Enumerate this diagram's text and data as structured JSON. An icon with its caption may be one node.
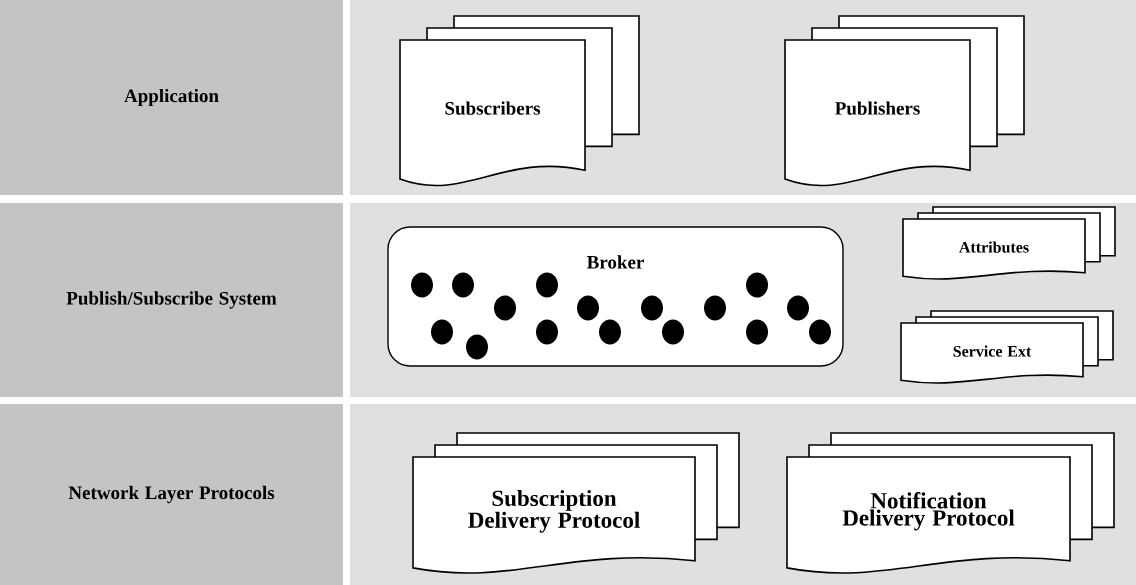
{
  "diagram": {
    "nodes": [
      {
        "text": [
          "Application"
        ]
      },
      {
        "text": [],
        "shape": "box"
      },
      {
        "text": [
          "Subscribers"
        ],
        "in": 1
      },
      {
        "text": [
          "Publishers"
        ],
        "in": 1
      },
      {
        "text": [
          "Publish/Subscribe System"
        ]
      },
      {
        "text": [],
        "shape": "box"
      },
      {
        "text": [
          "Broker"
        ],
        "in": 5
      },
      {
        "text": [
          "Attributes"
        ],
        "in": 5
      },
      {
        "text": [
          "Service Ext"
        ],
        "in": 5
      },
      {
        "text": [
          "Network Layer Protocols"
        ]
      },
      {
        "text": [],
        "shape": "box"
      },
      {
        "text": [
          "Subscription Delivery Protocol"
        ],
        "in": 10
      },
      {
        "text": [
          "Notification Delivery Protocol"
        ],
        "in": 10
      }
    ]
  }
}
